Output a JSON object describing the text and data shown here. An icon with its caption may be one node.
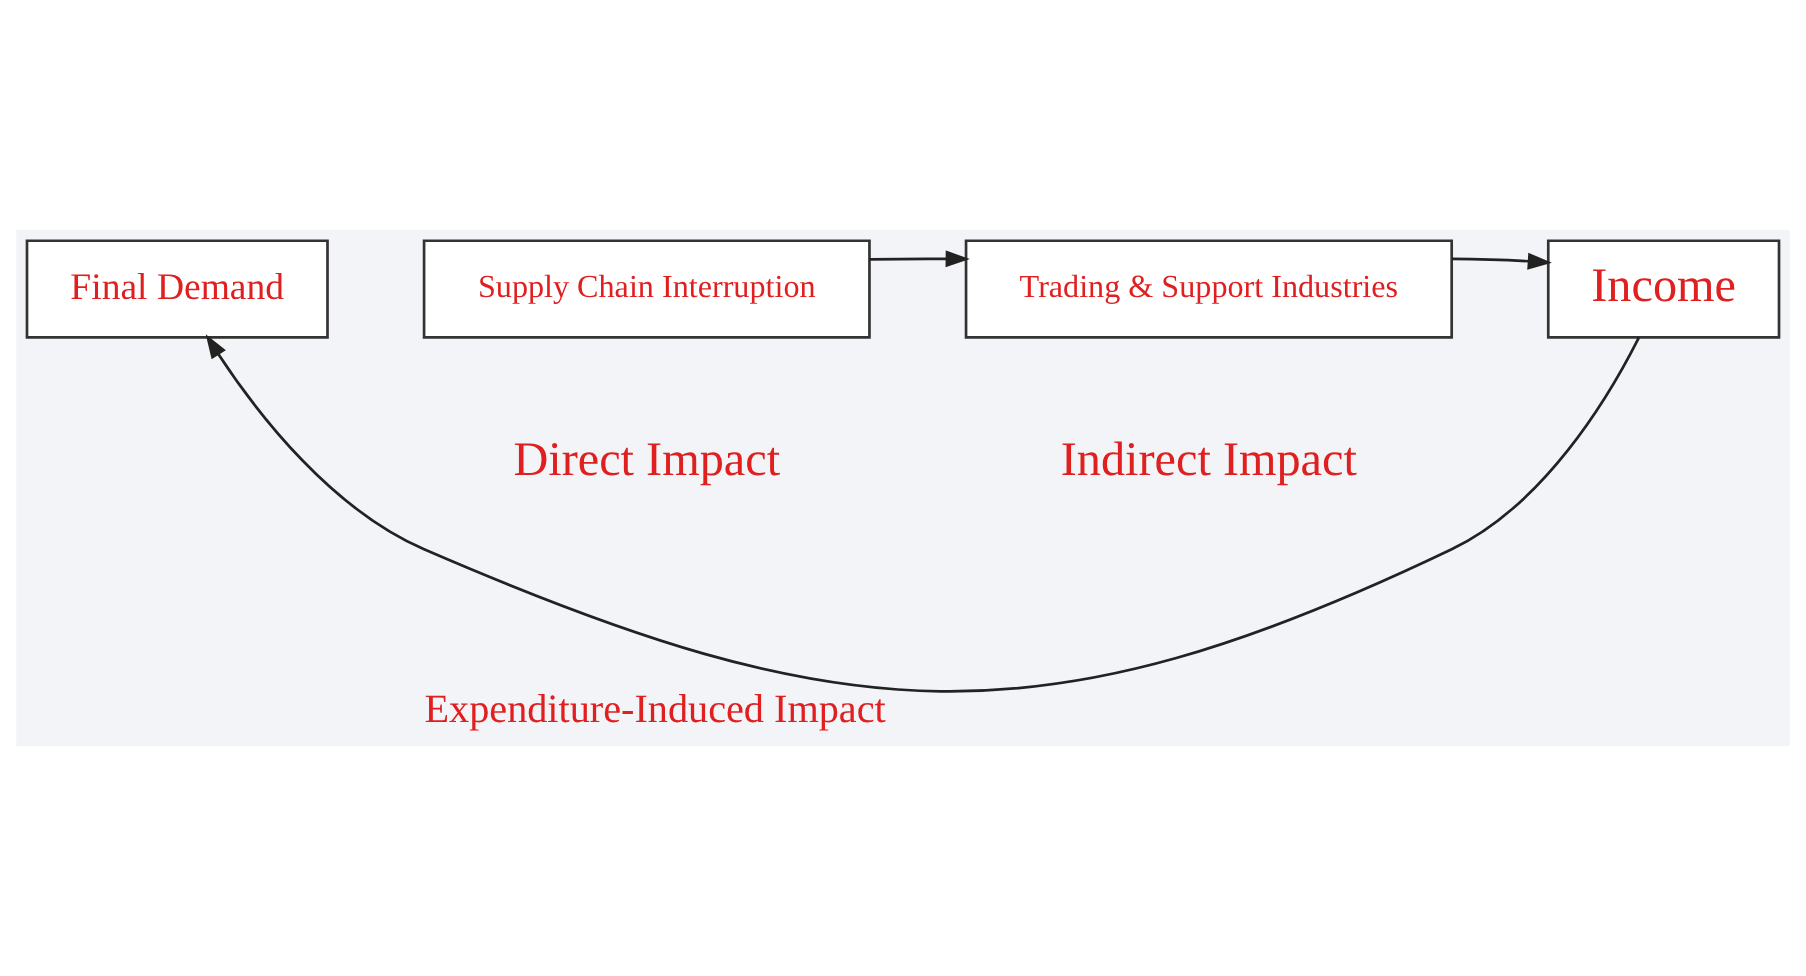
{
  "diagram": {
    "nodes": [
      {
        "text": [
          "Final Demand"
        ]
      },
      {
        "text": [
          "Supply Chain Interruption"
        ]
      },
      {
        "text": [
          "Trading & Support Industries"
        ]
      },
      {
        "text": [
          "Income"
        ]
      }
    ],
    "edges": [
      {
        "from": 1,
        "to": 2,
        "arrow": "to"
      },
      {
        "from": 2,
        "to": 3,
        "arrow": "to"
      },
      {
        "from": 3,
        "to": 0,
        "arrow": "to",
        "label": "Expenditure-Induced Impact"
      }
    ],
    "labels": [
      "Direct Impact",
      "Indirect Impact"
    ]
  }
}
